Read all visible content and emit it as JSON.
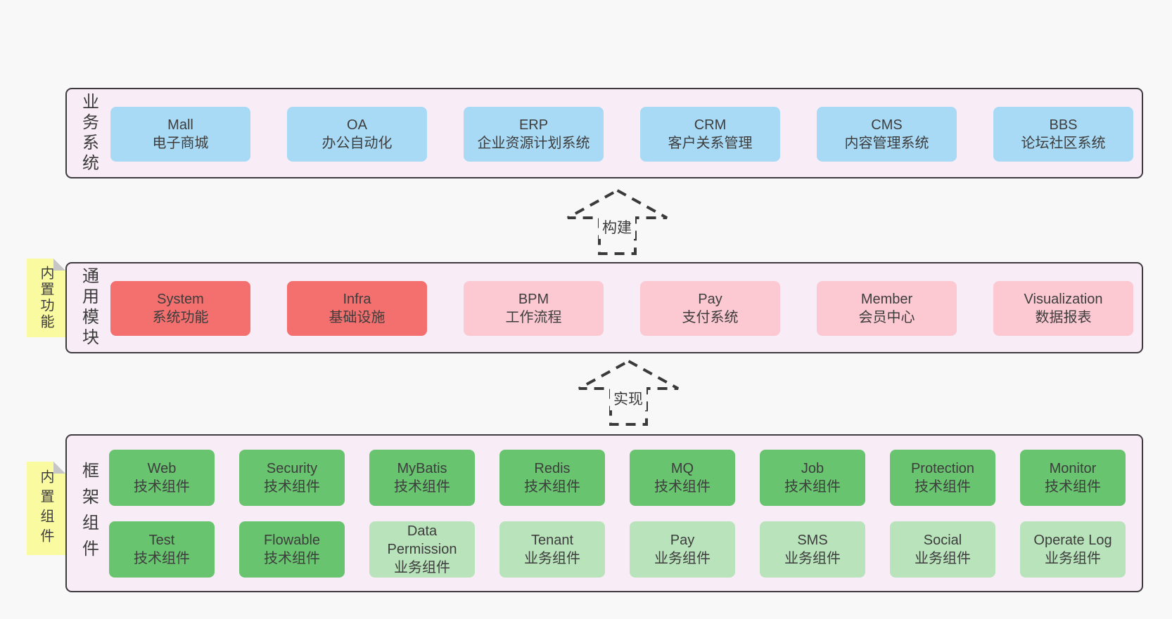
{
  "colors": {
    "page_bg": "#f8f8f8",
    "section_bg": "#f8edf6",
    "border": "#3f3a3f",
    "blue": "#a9daf5",
    "red": "#f3706f",
    "pink": "#fcc9d2",
    "green": "#68c46e",
    "light_green": "#b9e3ba",
    "yellow": "#fafaa0",
    "fold": "#c6c6c6",
    "text": "#3b3b3b",
    "arrow": "#3a3a3a"
  },
  "sections": {
    "business": {
      "label": "业务系统",
      "items": [
        {
          "title": "Mall",
          "subtitle": "电子商城",
          "variant": "blue"
        },
        {
          "title": "OA",
          "subtitle": "办公自动化",
          "variant": "blue"
        },
        {
          "title": "ERP",
          "subtitle": "企业资源计划系统",
          "variant": "blue"
        },
        {
          "title": "CRM",
          "subtitle": "客户关系管理",
          "variant": "blue"
        },
        {
          "title": "CMS",
          "subtitle": "内容管理系统",
          "variant": "blue"
        },
        {
          "title": "BBS",
          "subtitle": "论坛社区系统",
          "variant": "blue"
        }
      ]
    },
    "modules": {
      "label": "通用模块",
      "tag": "内置功能",
      "items": [
        {
          "title": "System",
          "subtitle": "系统功能",
          "variant": "red"
        },
        {
          "title": "Infra",
          "subtitle": "基础设施",
          "variant": "red"
        },
        {
          "title": "BPM",
          "subtitle": "工作流程",
          "variant": "pink"
        },
        {
          "title": "Pay",
          "subtitle": "支付系统",
          "variant": "pink"
        },
        {
          "title": "Member",
          "subtitle": "会员中心",
          "variant": "pink"
        },
        {
          "title": "Visualization",
          "subtitle": "数据报表",
          "variant": "pink"
        }
      ]
    },
    "framework": {
      "label": "框架组件",
      "tag": "内置组件",
      "rows": [
        [
          {
            "title": "Web",
            "subtitle": "技术组件",
            "variant": "green"
          },
          {
            "title": "Security",
            "subtitle": "技术组件",
            "variant": "green"
          },
          {
            "title": "MyBatis",
            "subtitle": "技术组件",
            "variant": "green"
          },
          {
            "title": "Redis",
            "subtitle": "技术组件",
            "variant": "green"
          },
          {
            "title": "MQ",
            "subtitle": "技术组件",
            "variant": "green"
          },
          {
            "title": "Job",
            "subtitle": "技术组件",
            "variant": "green"
          },
          {
            "title": "Protection",
            "subtitle": "技术组件",
            "variant": "green"
          },
          {
            "title": "Monitor",
            "subtitle": "技术组件",
            "variant": "green"
          }
        ],
        [
          {
            "title": "Test",
            "subtitle": "技术组件",
            "variant": "green"
          },
          {
            "title": "Flowable",
            "subtitle": "技术组件",
            "variant": "green"
          },
          {
            "title": "Data Permission",
            "subtitle": "业务组件",
            "variant": "lightgreen"
          },
          {
            "title": "Tenant",
            "subtitle": "业务组件",
            "variant": "lightgreen"
          },
          {
            "title": "Pay",
            "subtitle": "业务组件",
            "variant": "lightgreen"
          },
          {
            "title": "SMS",
            "subtitle": "业务组件",
            "variant": "lightgreen"
          },
          {
            "title": "Social",
            "subtitle": "业务组件",
            "variant": "lightgreen"
          },
          {
            "title": "Operate Log",
            "subtitle": "业务组件",
            "variant": "lightgreen"
          }
        ]
      ]
    }
  },
  "arrows": [
    {
      "label": "构建"
    },
    {
      "label": "实现"
    }
  ]
}
